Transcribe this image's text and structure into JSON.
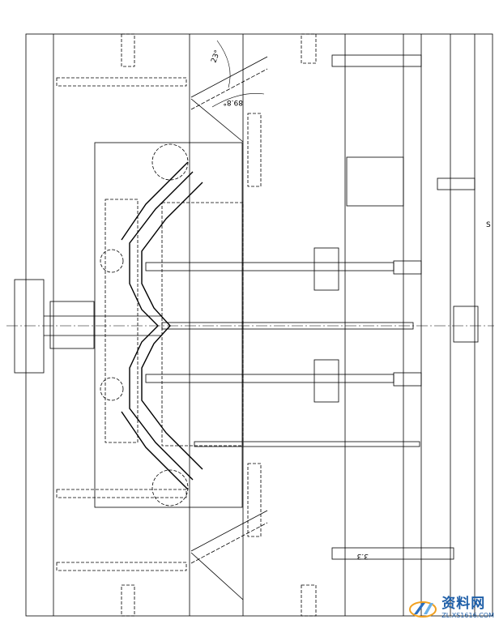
{
  "drawing": {
    "dimensions": {
      "angle_top": "23°",
      "angle_mid": "89.8°",
      "bottom_label": "3.3",
      "right_edge_label": "S"
    }
  },
  "watermark": {
    "text": "资料网",
    "url": "ZL.XS1616.COM",
    "logo_colors": [
      "#2a6fc0",
      "#f0a020",
      "#6ab0e8"
    ]
  },
  "colors": {
    "line": "#000000",
    "background": "#ffffff",
    "brand": "#1f5fa8"
  }
}
